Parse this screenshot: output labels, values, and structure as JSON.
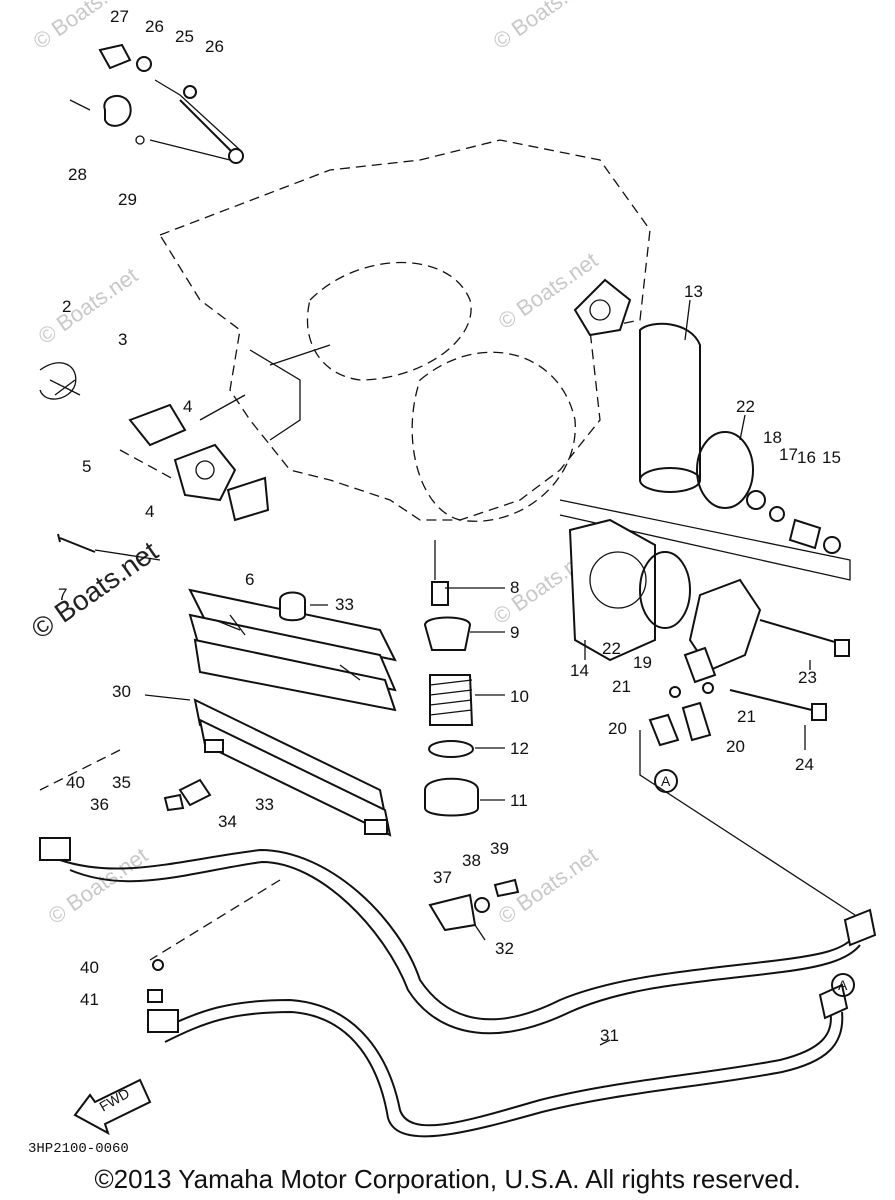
{
  "watermark": "© Boats.net",
  "diagram_code": "3HP2100-0060",
  "copyright": "©2013 Yamaha Motor Corporation, U.S.A. All rights reserved.",
  "fwd_label": "FWD",
  "callout_a": "A",
  "part_labels": {
    "p2": "2",
    "p3": "3",
    "p4a": "4",
    "p4b": "4",
    "p5": "5",
    "p6": "6",
    "p7": "7",
    "p8": "8",
    "p9": "9",
    "p10": "10",
    "p11": "11",
    "p12": "12",
    "p13": "13",
    "p14": "14",
    "p15": "15",
    "p16": "16",
    "p17": "17",
    "p18": "18",
    "p19": "19",
    "p20a": "20",
    "p20b": "20",
    "p21a": "21",
    "p21b": "21",
    "p22a": "22",
    "p22b": "22",
    "p23": "23",
    "p24": "24",
    "p25": "25",
    "p26a": "26",
    "p26b": "26",
    "p27": "27",
    "p28": "28",
    "p29": "29",
    "p30": "30",
    "p31": "31",
    "p32": "32",
    "p33a": "33",
    "p33b": "33",
    "p34": "34",
    "p35": "35",
    "p36": "36",
    "p37": "37",
    "p38": "38",
    "p39": "39",
    "p40a": "40",
    "p40b": "40",
    "p41": "41"
  }
}
